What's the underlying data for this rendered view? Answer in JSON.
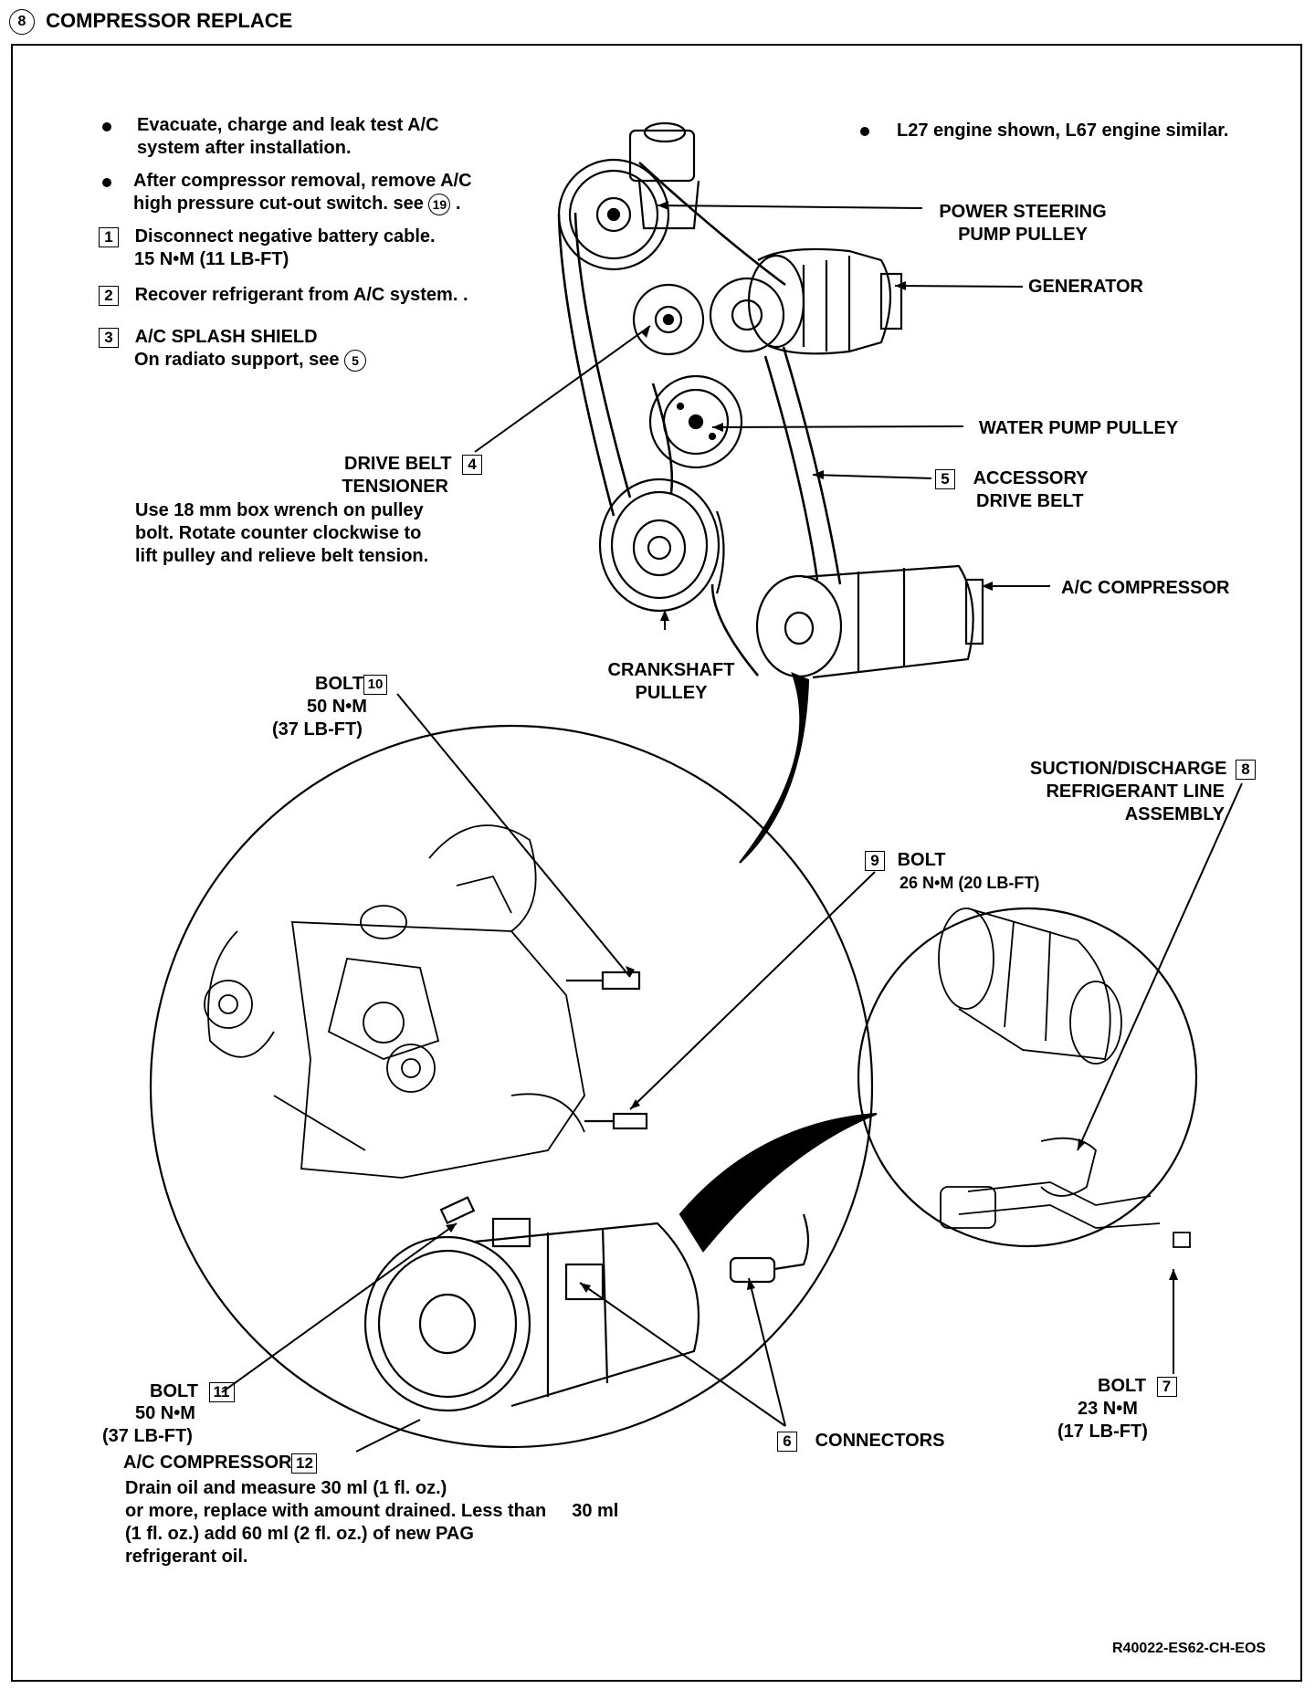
{
  "header": {
    "section_number": "8",
    "title": "COMPRESSOR REPLACE"
  },
  "notes": {
    "bullet1_line1": "Evacuate, charge and leak test A/C",
    "bullet1_line2": "system after installation.",
    "bullet2_line1": "After compressor removal, remove A/C",
    "bullet2_line2": "high pressure cut-out switch. see",
    "bullet2_ref": "19",
    "bullet2_end": ".",
    "bullet3": "L27 engine shown, L67 engine similar."
  },
  "steps": {
    "s1_num": "1",
    "s1_line1": "Disconnect negative battery cable.",
    "s1_line2": "15 N•M (11 LB-FT)",
    "s2_num": "2",
    "s2_text": "Recover refrigerant from A/C system. .",
    "s3_num": "3",
    "s3_line1": "A/C SPLASH SHIELD",
    "s3_line2": "On radiato support, see",
    "s3_ref": "5"
  },
  "labels": {
    "ps_pulley_1": "POWER STEERING",
    "ps_pulley_2": "PUMP PULLEY",
    "generator": "GENERATOR",
    "water_pump": "WATER PUMP PULLEY",
    "acc_belt_num": "5",
    "acc_belt_1": "ACCESSORY",
    "acc_belt_2": "DRIVE BELT",
    "ac_compressor_top": "A/C COMPRESSOR",
    "crank_1": "CRANKSHAFT",
    "crank_2": "PULLEY",
    "tensioner_1": "DRIVE BELT",
    "tensioner_num": "4",
    "tensioner_2": "TENSIONER",
    "tensioner_note_1": "Use 18 mm box wrench on pulley",
    "tensioner_note_2": "bolt. Rotate counter clockwise to",
    "tensioner_note_3": "lift pulley and relieve belt tension.",
    "bolt10_label": "BOLT",
    "bolt10_num": "10",
    "bolt10_torque": "50 N•M",
    "bolt10_lbft": "(37 LB-FT)",
    "line8_1": "SUCTION/DISCHARGE",
    "line8_num": "8",
    "line8_2": "REFRIGERANT LINE",
    "line8_3": "ASSEMBLY",
    "bolt9_num": "9",
    "bolt9_label": "BOLT",
    "bolt9_torque": "26 N•M  (20 LB-FT)",
    "bolt11_label": "BOLT",
    "bolt11_num": "11",
    "bolt11_torque": "50 N•M",
    "bolt11_lbft": "(37 LB-FT)",
    "comp12_label": "A/C COMPRESSOR",
    "comp12_num": "12",
    "comp12_note_1": "Drain oil and measure 30 ml (1 fl. oz.)",
    "comp12_note_2": "or more, replace with amount drained. Less than",
    "comp12_note_2b": "30 ml",
    "comp12_note_3": "(1 fl. oz.) add 60 ml (2 fl. oz.) of new PAG",
    "comp12_note_4": "refrigerant oil.",
    "conn6_num": "6",
    "conn6_label": "CONNECTORS",
    "bolt7_label": "BOLT",
    "bolt7_num": "7",
    "bolt7_torque": "23 N•M",
    "bolt7_lbft": "(17 LB-FT)",
    "figure_id": "R40022-ES62-CH-EOS"
  }
}
